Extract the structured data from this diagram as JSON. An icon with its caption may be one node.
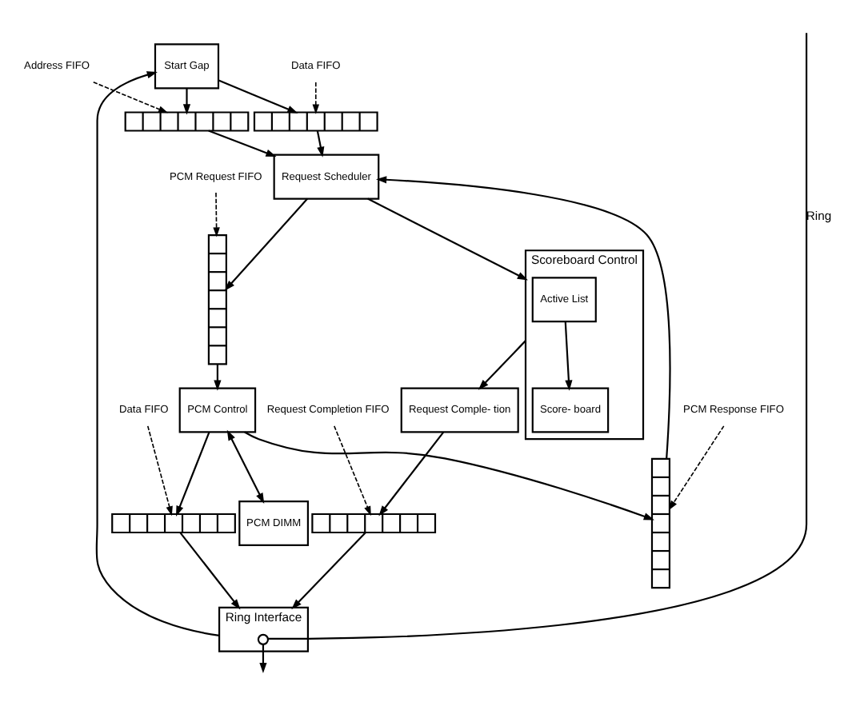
{
  "diagram": {
    "nodes": [
      {
        "text": [
          "Start Gap"
        ]
      },
      {
        "text": [],
        "shape": "box"
      },
      {
        "text": [],
        "shape": "box"
      },
      {
        "text": [
          "Request Scheduler"
        ]
      },
      {
        "text": [
          "Scoreboard Control"
        ]
      },
      {
        "text": [
          "Active List"
        ],
        "in": 4
      },
      {
        "text": [
          "Score- board"
        ],
        "in": 4
      },
      {
        "text": [],
        "shape": "box"
      },
      {
        "text": [],
        "shape": "box"
      },
      {
        "text": [
          "PCM Control"
        ]
      },
      {
        "text": [
          "PCM DIMM"
        ]
      },
      {
        "text": [
          "Request Comple- tion"
        ]
      },
      {
        "text": [],
        "shape": "box"
      },
      {
        "text": [],
        "shape": "box"
      },
      {
        "text": [
          "Ring Interface"
        ]
      },
      {
        "text": [],
        "shape": "circle",
        "in": 14
      },
      {
        "text": [
          "Address FIFO"
        ]
      },
      {
        "text": [
          "Data FIFO"
        ]
      },
      {
        "text": [
          "PCM Response FIFO"
        ]
      },
      {
        "text": [
          "PCM Request FIFO"
        ]
      },
      {
        "text": [
          "Request Completion FIFO"
        ]
      },
      {
        "text": [
          "Data FIFO"
        ]
      }
    ],
    "edges": [
      {
        "from": 0,
        "to": 1,
        "arrow": "to"
      },
      {
        "from": 0,
        "to": 2,
        "arrow": "to"
      },
      {
        "from": 1,
        "to": 3,
        "arrow": "to"
      },
      {
        "from": 2,
        "to": 3,
        "arrow": "to"
      },
      {
        "from": 3,
        "to": 4,
        "arrow": "to"
      },
      {
        "from": 5,
        "to": 6,
        "arrow": "to"
      },
      {
        "from": 3,
        "to": 8,
        "arrow": "to"
      },
      {
        "from": 8,
        "to": 9,
        "arrow": "to"
      },
      {
        "from": 9,
        "to": 7,
        "arrow": "to"
      },
      {
        "from": 7,
        "to": 3,
        "arrow": "to"
      },
      {
        "from": 9,
        "to": 10,
        "arrow": "both"
      },
      {
        "from": 4,
        "to": 11,
        "arrow": "to"
      },
      {
        "from": 11,
        "to": 12,
        "arrow": "to"
      },
      {
        "from": 12,
        "to": 14,
        "arrow": "to"
      },
      {
        "from": 9,
        "to": 13,
        "arrow": "to"
      },
      {
        "from": 13,
        "to": 14,
        "arrow": "to"
      },
      {
        "from": 14,
        "to": 0,
        "arrow": "to"
      },
      {
        "from": null,
        "to": 15,
        "arrow": "none",
        "label": "Ring"
      },
      {
        "from": 15,
        "to": null,
        "arrow": "to"
      },
      {
        "from": 16,
        "to": 1,
        "arrow": "to",
        "style": "dashed"
      },
      {
        "from": 17,
        "to": 2,
        "arrow": "to",
        "style": "dashed"
      },
      {
        "from": 18,
        "to": 7,
        "arrow": "to",
        "style": "dashed"
      },
      {
        "from": 19,
        "to": 8,
        "arrow": "to",
        "style": "dashed"
      },
      {
        "from": 20,
        "to": 12,
        "arrow": "to",
        "style": "dashed"
      },
      {
        "from": 21,
        "to": 13,
        "arrow": "to",
        "style": "dashed"
      }
    ]
  }
}
